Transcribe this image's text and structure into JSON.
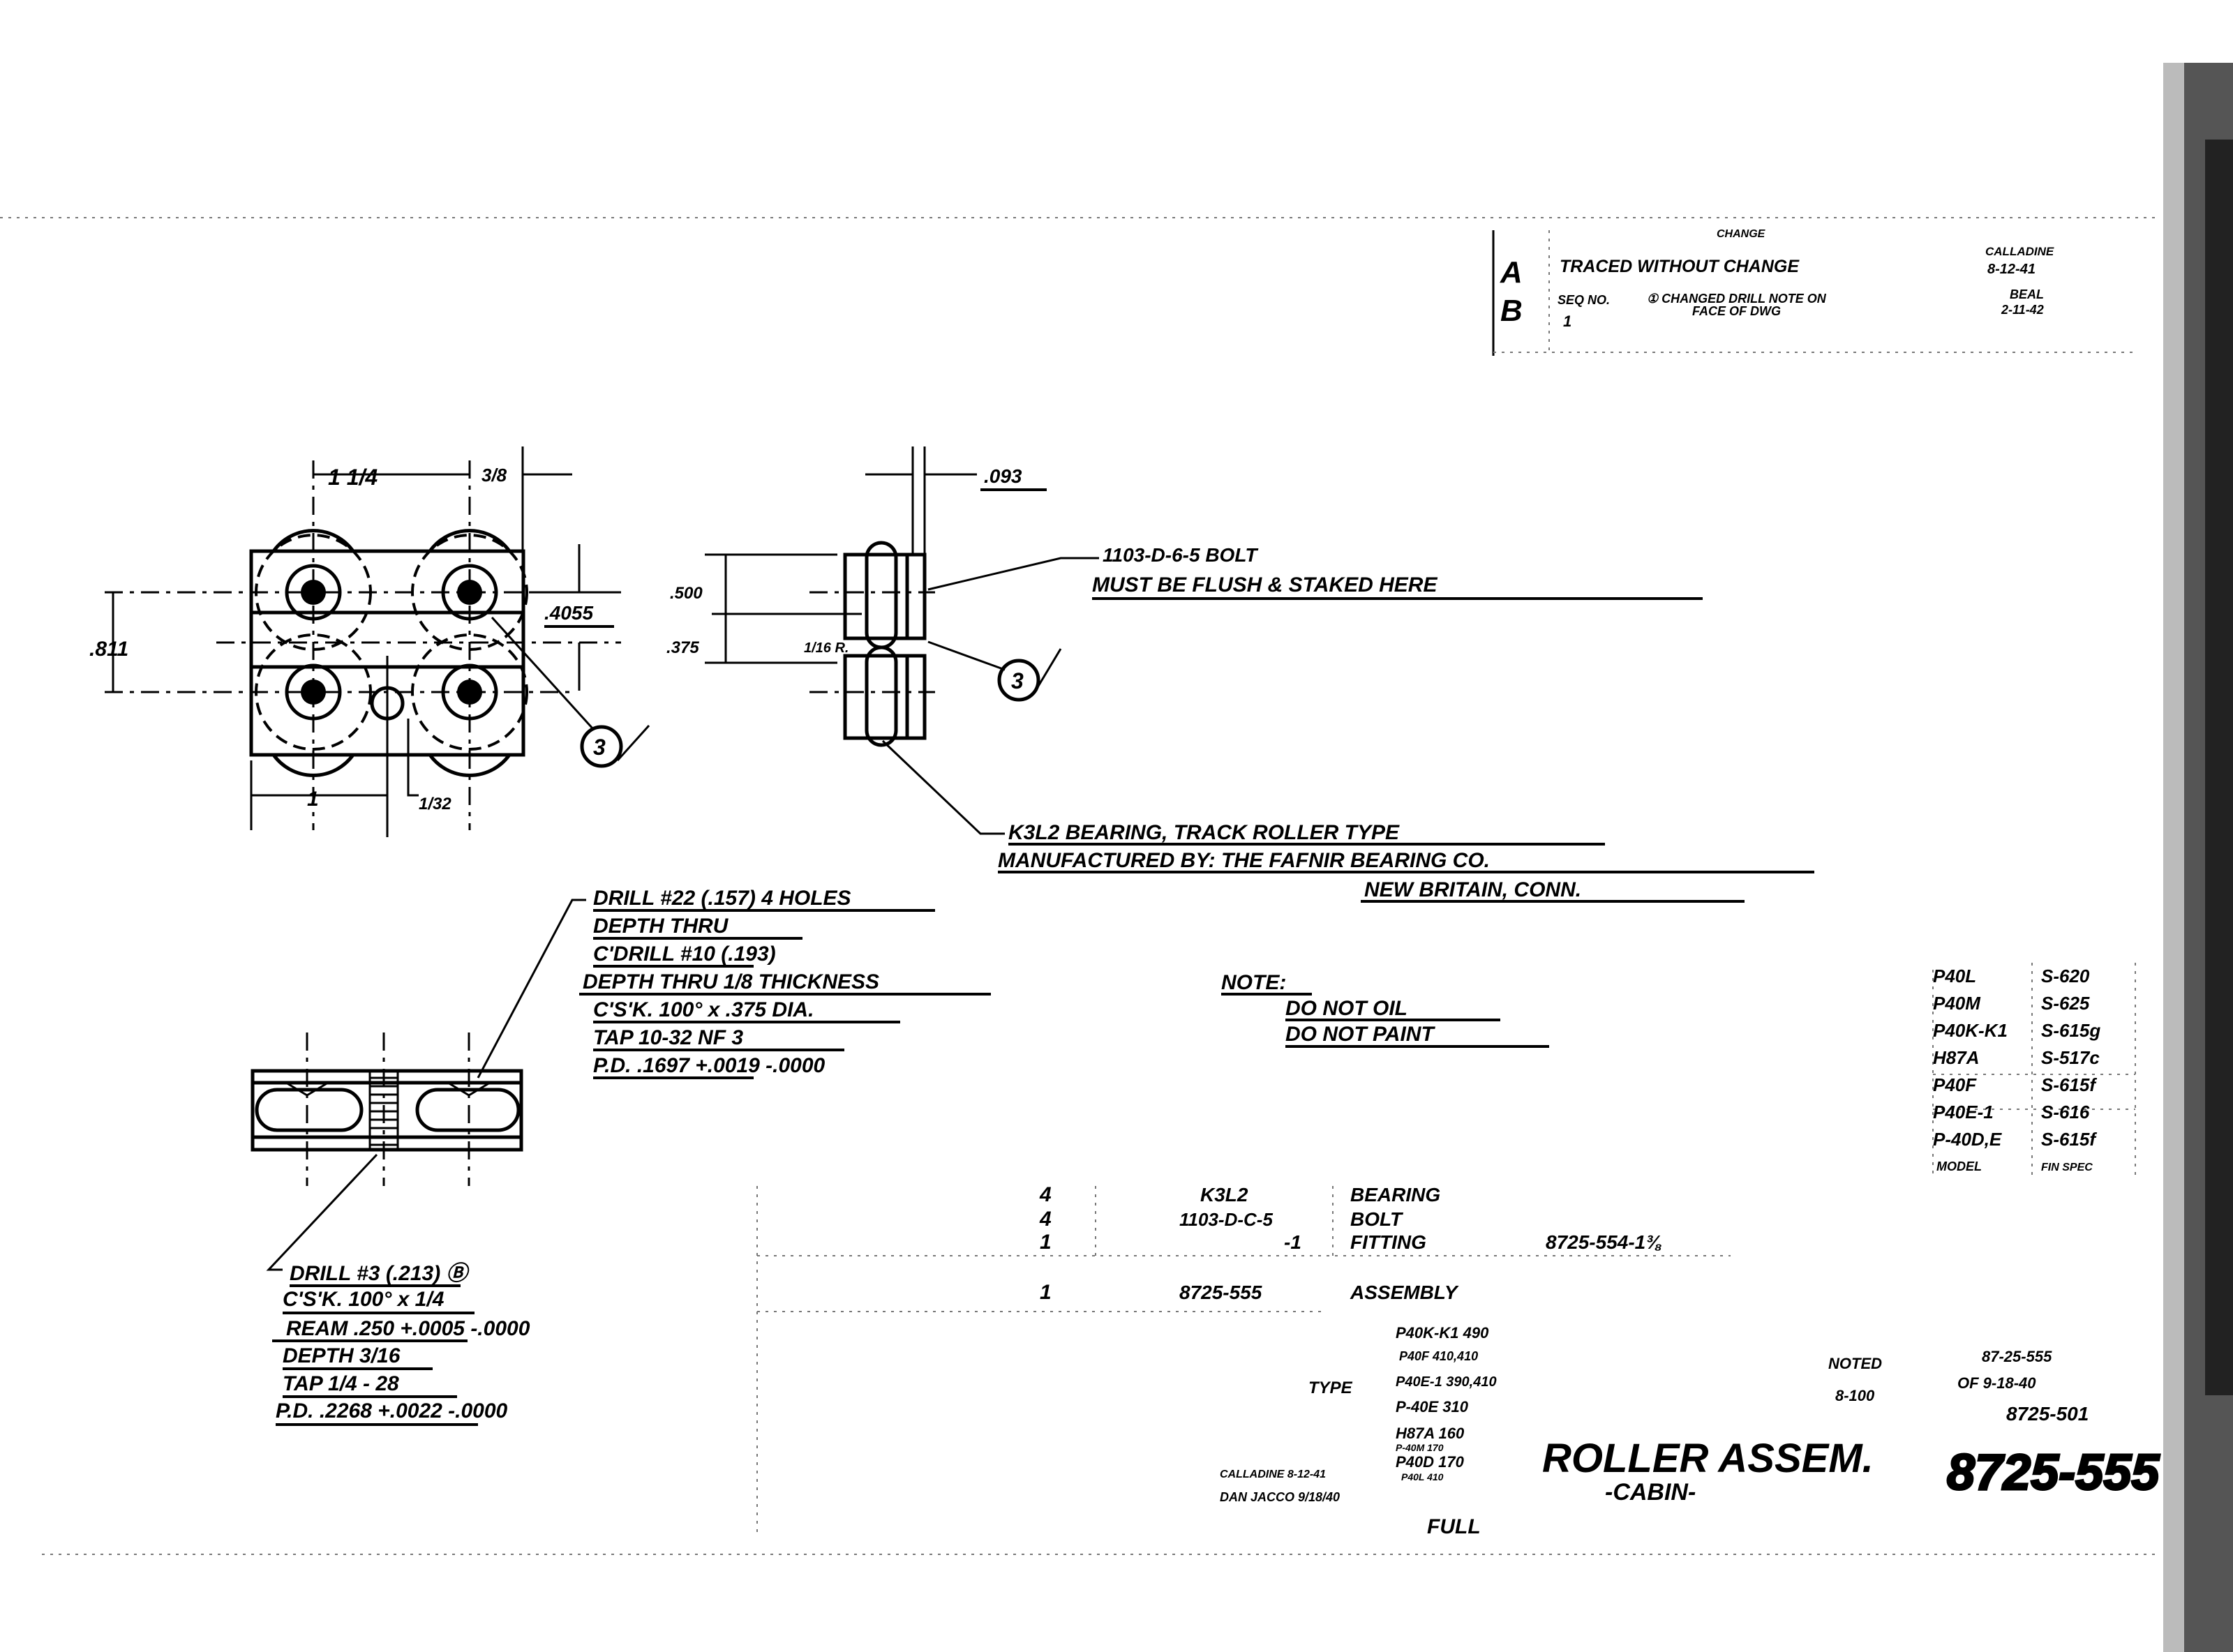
{
  "revisions": {
    "header": "CHANGE",
    "rows": [
      {
        "letter": "A",
        "change": "TRACED WITHOUT CHANGE",
        "by": "CALLADINE",
        "date": "8-12-41"
      },
      {
        "letter": "B",
        "seq_label": "SEQ NO.",
        "seq": "1",
        "change_line1": "① CHANGED DRILL NOTE ON",
        "change_line2": "FACE OF DWG",
        "by": "BEAL",
        "date": "2-11-42"
      }
    ]
  },
  "top_view": {
    "dims": {
      "spacing": "1 1/4",
      "edge": "3/8",
      "height": ".811",
      "offset": ".4055",
      "hole_spacing": "1",
      "hole_offset": "1/32"
    },
    "finish_mark": "3"
  },
  "side_view": {
    "dims": {
      "thickness": ".093",
      "upper": ".500",
      "lower": ".375",
      "radius": "1/16 R."
    },
    "finish_mark": "3",
    "bolt_note": [
      "1103-D-6-5  BOLT",
      "MUST BE FLUSH & STAKED HERE"
    ],
    "bearing_note": [
      "K3L2 BEARING, TRACK ROLLER TYPE",
      "MANUFACTURED BY:  THE FAFNIR BEARING CO.",
      "NEW BRITAIN, CONN."
    ]
  },
  "drill_note_upper": [
    "DRILL #22 (.157) 4 HOLES",
    "DEPTH THRU",
    "C'DRILL #10 (.193)",
    "DEPTH THRU 1/8 THICKNESS",
    "C'S'K. 100° x .375 DIA.",
    "TAP 10-32 NF 3",
    "P.D. .1697 +.0019 -.0000"
  ],
  "drill_note_lower": [
    "DRILL #3 (.213) Ⓑ",
    "C'S'K. 100° x 1/4",
    "REAM .250 +.0005 -.0000",
    "DEPTH 3/16",
    "TAP 1/4 - 28",
    "P.D. .2268 +.0022 -.0000"
  ],
  "note": {
    "title": "NOTE:",
    "lines": [
      "DO NOT OIL",
      "DO NOT PAINT"
    ]
  },
  "model_table": {
    "rows": [
      {
        "model": "P40L",
        "spec": "S-620"
      },
      {
        "model": "P40M",
        "spec": "S-625"
      },
      {
        "model": "P40K-K1",
        "spec": "S-615g"
      },
      {
        "model": "H87A",
        "spec": "S-517c"
      },
      {
        "model": "P40F",
        "spec": "S-615f"
      },
      {
        "model": "P40E-1",
        "spec": "S-616"
      },
      {
        "model": "P-40D,E",
        "spec": "S-615f"
      }
    ],
    "header": {
      "model": "MODEL",
      "spec": "FIN SPEC"
    }
  },
  "parts_list": [
    {
      "qty": "4",
      "part": "K3L2",
      "desc": "BEARING",
      "material": ""
    },
    {
      "qty": "4",
      "part": "1103-D-C-5",
      "desc": "BOLT",
      "material": ""
    },
    {
      "qty": "1",
      "part": "-1",
      "desc": "FITTING",
      "material": "8725-554-1⅜"
    },
    {
      "qty": "1",
      "part": "8725-555",
      "desc": "ASSEMBLY",
      "material": ""
    }
  ],
  "usage": {
    "label": "TYPE",
    "models": [
      "P40K-K1 490",
      "P40F 410,410",
      "P40E-1 390,410",
      "P-40E 310",
      "H87A 160",
      "P-40M 170",
      "P40D 170",
      "P40L 410"
    ]
  },
  "title_block": {
    "traced_by": "CALLADINE 8-12-41",
    "drawn_by": "DAN JACCO 9/18/40",
    "scale": "FULL",
    "noted": "NOTED",
    "noted_num": "8-100",
    "ref_line1": "87-25-555",
    "ref_line2": "OF 9-18-40",
    "ref_num": "8725-501",
    "title": "ROLLER ASSEM.",
    "subtitle": "-CABIN-",
    "drawing_number": "8725-555"
  }
}
